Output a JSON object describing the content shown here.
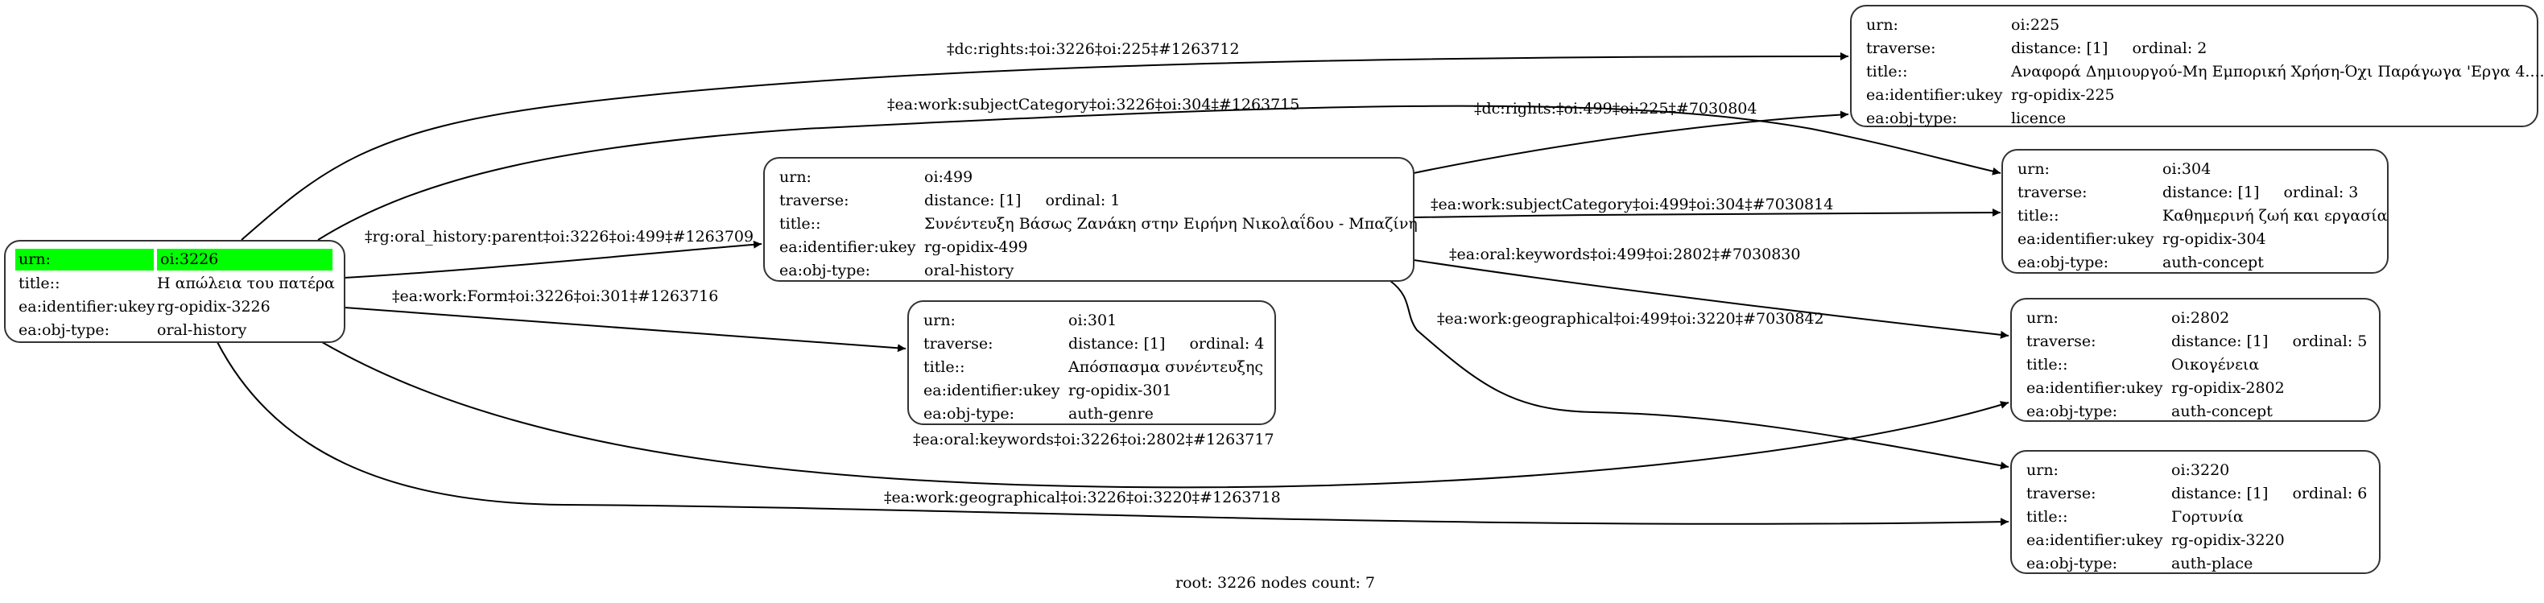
{
  "graph": {
    "footer": "root: 3226 nodes count: 7",
    "highlight_color": "#00ff00",
    "root": {
      "id": "3226",
      "rows": [
        {
          "key": "urn:",
          "value": "oi:3226"
        },
        {
          "key": "title::",
          "value": "Η απώλεια του πατέρα"
        },
        {
          "key": "ea:identifier:ukey",
          "value": "rg-opidix-3226"
        },
        {
          "key": "ea:obj-type:",
          "value": "oral-history"
        }
      ]
    },
    "nodes": [
      {
        "id": "499",
        "urn": "oi:499",
        "distance": "distance: [1]",
        "ordinal": "ordinal: 1",
        "title": "Συνέντευξη Βάσως Ζανάκη στην Ειρήνη Νικολαΐδου - Μπαζίνη",
        "ukey": "rg-opidix-499",
        "objtype": "oral-history"
      },
      {
        "id": "301",
        "urn": "oi:301",
        "distance": "distance: [1]",
        "ordinal": "ordinal: 4",
        "title": "Απόσπασμα συνέντευξης",
        "ukey": "rg-opidix-301",
        "objtype": "auth-genre"
      },
      {
        "id": "225",
        "urn": "oi:225",
        "distance": "distance: [1]",
        "ordinal": "ordinal: 2",
        "title": "Αναφορά Δημιουργού-Μη Εμπορική Χρήση-Όχι Παράγωγα 'Εργα 4....",
        "ukey": "rg-opidix-225",
        "objtype": "licence"
      },
      {
        "id": "304",
        "urn": "oi:304",
        "distance": "distance: [1]",
        "ordinal": "ordinal: 3",
        "title": "Καθημερινή ζωή και εργασία",
        "ukey": "rg-opidix-304",
        "objtype": "auth-concept"
      },
      {
        "id": "2802",
        "urn": "oi:2802",
        "distance": "distance: [1]",
        "ordinal": "ordinal: 5",
        "title": "Οικογένεια",
        "ukey": "rg-opidix-2802",
        "objtype": "auth-concept"
      },
      {
        "id": "3220",
        "urn": "oi:3220",
        "distance": "distance: [1]",
        "ordinal": "ordinal: 6",
        "title": "Γορτυνία",
        "ukey": "rg-opidix-3220",
        "objtype": "auth-place"
      }
    ],
    "row_keys": {
      "urn": "urn:",
      "traverse": "traverse:",
      "title": "title::",
      "ukey": "ea:identifier:ukey",
      "objtype": "ea:obj-type:"
    },
    "edges": [
      {
        "from": "3226",
        "to": "225",
        "label": "‡dc:rights:‡oi:3226‡oi:225‡#1263712"
      },
      {
        "from": "3226",
        "to": "304",
        "label": "‡ea:work:subjectCategory‡oi:3226‡oi:304‡#1263715"
      },
      {
        "from": "3226",
        "to": "499",
        "label": "‡rg:oral_history:parent‡oi:3226‡oi:499‡#1263709"
      },
      {
        "from": "3226",
        "to": "301",
        "label": "‡ea:work:Form‡oi:3226‡oi:301‡#1263716"
      },
      {
        "from": "3226",
        "to": "2802",
        "label": "‡ea:oral:keywords‡oi:3226‡oi:2802‡#1263717"
      },
      {
        "from": "3226",
        "to": "3220",
        "label": "‡ea:work:geographical‡oi:3226‡oi:3220‡#1263718"
      },
      {
        "from": "499",
        "to": "225",
        "label": "‡dc:rights:‡oi:499‡oi:225‡#7030804"
      },
      {
        "from": "499",
        "to": "304",
        "label": "‡ea:work:subjectCategory‡oi:499‡oi:304‡#7030814"
      },
      {
        "from": "499",
        "to": "2802",
        "label": "‡ea:oral:keywords‡oi:499‡oi:2802‡#7030830"
      },
      {
        "from": "499",
        "to": "3220",
        "label": "‡ea:work:geographical‡oi:499‡oi:3220‡#7030842"
      }
    ]
  }
}
